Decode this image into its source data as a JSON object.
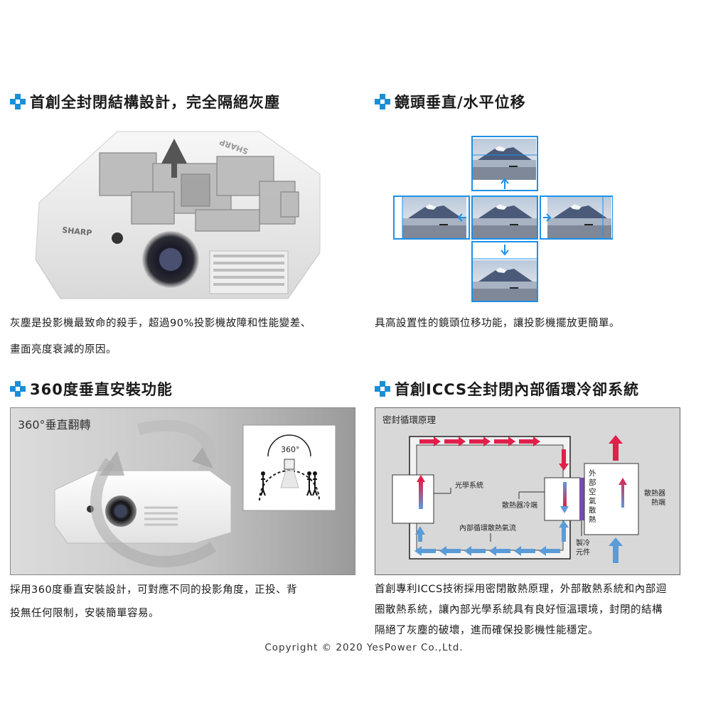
{
  "sections": {
    "dust": {
      "title": "首創全封閉結構設計，完全隔絕灰塵",
      "brand": "SHARP",
      "desc_line1": "灰塵是投影機最致命的殺手，超過90%投影機故障和性能變差、",
      "desc_line2": "畫面亮度衰減的原因。"
    },
    "lens": {
      "title": "鏡頭垂直/水平位移",
      "desc": "具高設置性的鏡頭位移功能，讓投影機擺放更簡單。"
    },
    "mount": {
      "title": "360度垂直安裝功能",
      "image_label": "360°垂直翻轉",
      "angle_label": "360°",
      "desc_line1": "採用360度垂直安裝設計，可對應不同的投影角度，正投、背",
      "desc_line2": "投無任何限制，安裝簡單容易。"
    },
    "cooling": {
      "title": "首創ICCS全封閉內部循環冷卻系統",
      "diagram_title": "密封循環原理",
      "label_optical": "光學系統",
      "label_heat_cold": "散熱器冷端",
      "label_internal_flow": "內部循環散熱氣流",
      "label_external": "外部空氣散熱",
      "label_heat_hot": "散熱器熱端",
      "label_cooling_elem": "製冷元件",
      "desc_line1": "首創專利ICCS技術採用密閉散熱原理，外部散熱系統和內部迴",
      "desc_line2": "圈散熱系統，讓內部光學系統具有良好恒溫環境，封閉的結構",
      "desc_line3": "隔絕了灰塵的破壞，進而確保投影機性能穩定。"
    }
  },
  "copyright": "Copyright © 2020 YesPower Co.,Ltd.",
  "colors": {
    "bullet": "#1a8fd6",
    "arrow_red": "#e0204a",
    "arrow_blue": "#5b9bd8",
    "shift_frame": "#1e90e8"
  }
}
